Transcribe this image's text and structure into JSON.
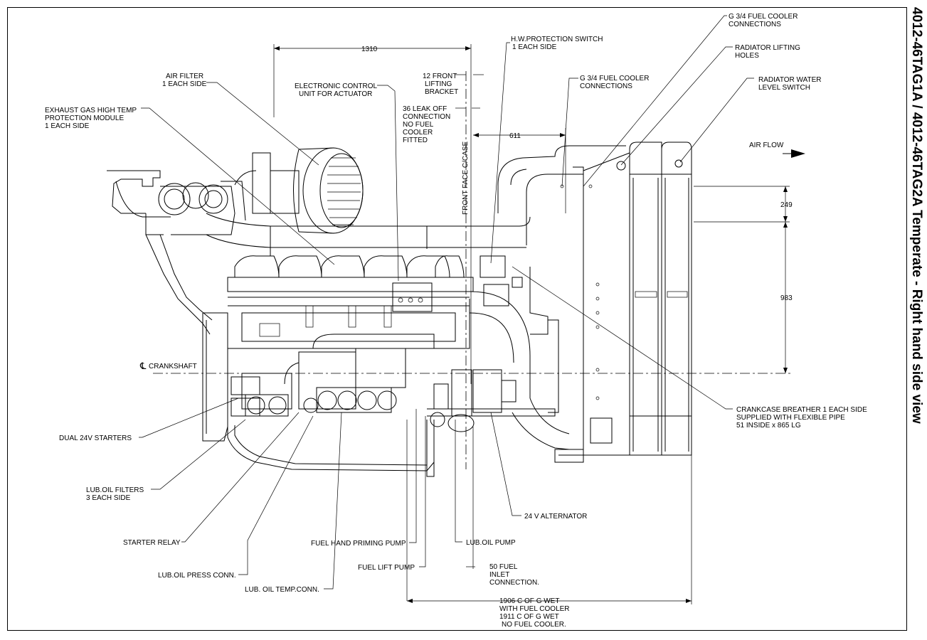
{
  "title": "4012-46TAG1A / 4012-46TAG2A Temperate - Right hand side view",
  "dimensions": {
    "d1310": "1310",
    "d611": "611",
    "d249": "249",
    "d983": "983",
    "d12": [
      "12 FRONT",
      "LIFTING",
      "BRACKET"
    ],
    "d36": [
      "36 LEAK OFF",
      "CONNECTION",
      "NO FUEL",
      "COOLER",
      "FITTED"
    ],
    "d50": [
      "50 FUEL",
      "INLET",
      "CONNECTION."
    ],
    "d1906": [
      "1906  C OF G WET",
      "WITH FUEL COOLER",
      "1911 C OF G WET",
      "NO FUEL COOLER."
    ]
  },
  "labels": {
    "air_filter": [
      "AIR FILTER",
      "1 EACH SIDE"
    ],
    "ecu": [
      "ELECTRONIC CONTROL",
      "UNIT FOR ACTUATOR"
    ],
    "exhaust": [
      "EXHAUST GAS HIGH TEMP",
      "PROTECTION MODULE",
      "1 EACH SIDE"
    ],
    "hw_switch": [
      "H.W.PROTECTION SWITCH",
      "1 EACH SIDE"
    ],
    "fuel_cooler_top": [
      "G 3/4 FUEL COOLER",
      "CONNECTIONS"
    ],
    "fuel_cooler_mid": [
      "G 3/4 FUEL COOLER",
      "CONNECTIONS"
    ],
    "radiator_lifting": [
      "RADIATOR LIFTING",
      "HOLES"
    ],
    "radiator_water": [
      "RADIATOR WATER",
      "LEVEL SWITCH"
    ],
    "air_flow": "AIR FLOW",
    "front_face": "FRONT FACE C/CASE",
    "crankshaft": "CRANKSHAFT",
    "crankshaft_symbol": "℄",
    "crankcase_breather": [
      "CRANKCASE BREATHER 1 EACH SIDE",
      "SUPPLIED WITH FLEXIBLE PIPE",
      "51 INSIDE x 865 LG"
    ],
    "starters": "DUAL 24V STARTERS",
    "lub_filters": [
      "LUB.OIL FILTERS",
      "3 EACH SIDE"
    ],
    "starter_relay": "STARTER RELAY",
    "lub_press": "LUB.OIL PRESS CONN.",
    "lub_temp": "LUB. OIL TEMP.CONN.",
    "fuel_hand": "FUEL HAND PRIMING PUMP",
    "fuel_lift": "FUEL LIFT PUMP",
    "lub_pump": "LUB.OIL PUMP",
    "alternator": "24 V ALTERNATOR"
  }
}
